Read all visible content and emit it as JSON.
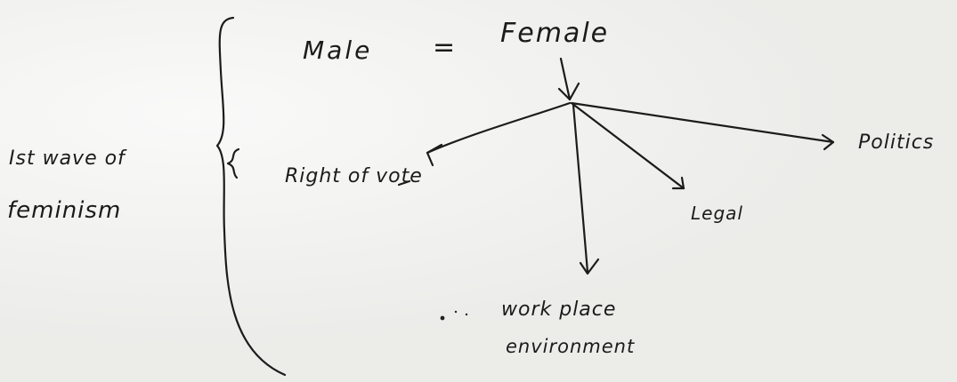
{
  "labels": {
    "wave_line1": "Ist wave of",
    "wave_line2": "feminism",
    "male": "Male",
    "equals": "=",
    "female": "Female",
    "right_of_vote": "Right of vote",
    "legal": "Legal",
    "politics": "Politics",
    "workplace_line1": "work place",
    "workplace_line2": "environment"
  }
}
